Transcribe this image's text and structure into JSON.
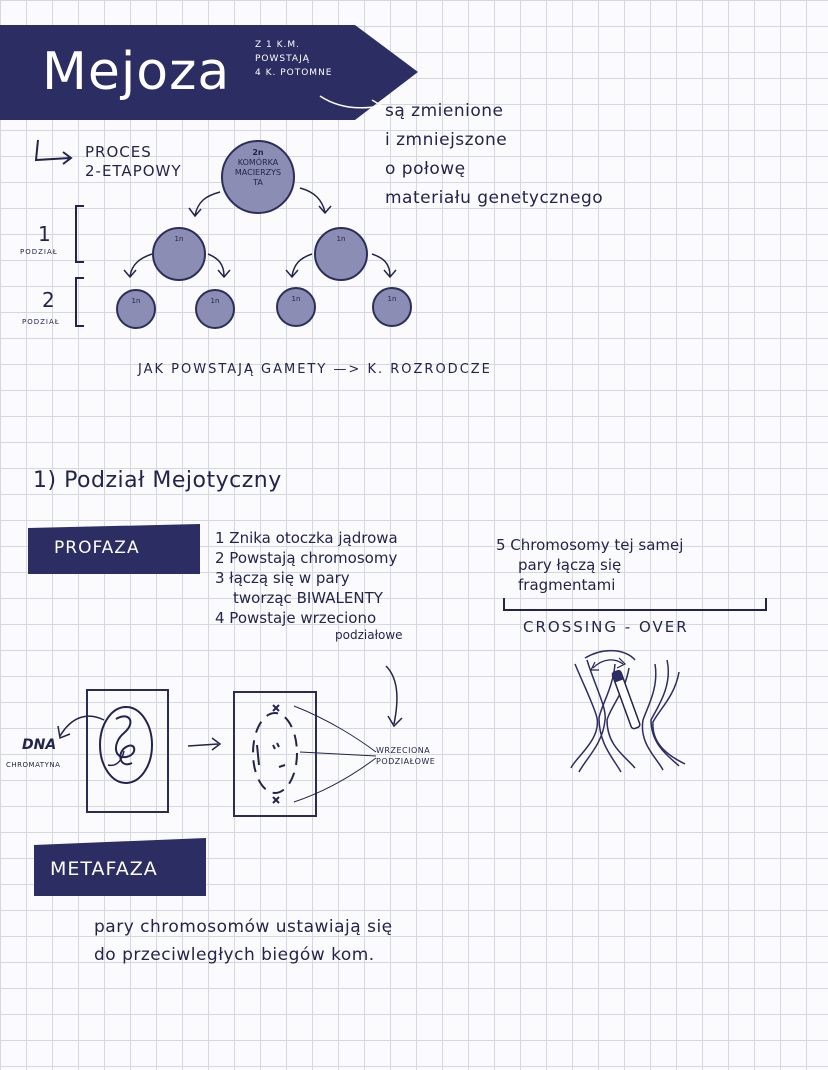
{
  "header": {
    "title": "Mejoza",
    "side_note": [
      "Z 1 K.M.",
      "POWSTAJĄ",
      "4 K. POTOMNE"
    ],
    "arrow_note": [
      "są zmienione",
      "i zmniejszone",
      "o połowę",
      "materiału genetycznego"
    ]
  },
  "process": {
    "label": [
      "PROCES",
      "2-ETAPOWY"
    ],
    "mother_cell": {
      "ploidy": "2n",
      "label": [
        "KOMÓRKA",
        "MACIERZYS",
        "TA"
      ]
    },
    "first_division": {
      "number": "1",
      "label": "PODZIAŁ",
      "cells": [
        "1n",
        "1n"
      ]
    },
    "second_division": {
      "number": "2",
      "label": "PODZIAŁ",
      "cells": [
        "1n",
        "1n",
        "1n",
        "1n"
      ]
    },
    "gametes_line": "JAK POWSTAJĄ GAMETY —> K. ROZRODCZE"
  },
  "section1": {
    "heading": "1) Podział Mejotyczny"
  },
  "prophase": {
    "label": "PROFAZA",
    "steps": [
      "1 Znika otoczka jądrowa",
      "2 Powstają chromosomy",
      "3 łączą się w pary",
      "tworząc BIWALENTY",
      "4 Powstaje wrzeciono",
      "podziałowe"
    ],
    "step5": [
      "5 Chromosomy tej samej",
      "pary łączą się",
      "fragmentami"
    ],
    "crossing_over": "CROSSING - OVER",
    "dna_label": [
      "DNA",
      "CHROMATYNA"
    ],
    "spindle_label": [
      "WRZECIONA",
      "PODZIAŁOWE"
    ]
  },
  "metaphase": {
    "label": "METAFAZA",
    "text": [
      "pary chromosomów ustawiają się",
      "do przeciwległych biegów kom."
    ]
  },
  "colors": {
    "ink": "#23244e",
    "banner": "#2c2d62",
    "cell_fill": "#8c8db4",
    "grid": "#d6d8df"
  }
}
